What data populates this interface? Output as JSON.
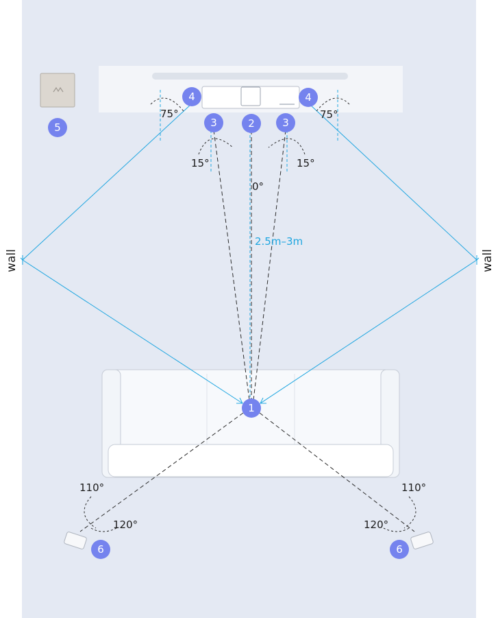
{
  "colors": {
    "room": "#e4e9f3",
    "badge": "#7583ee",
    "sight_line": "#1fa6e0",
    "dash_line": "#2b2b2b"
  },
  "walls": {
    "left": "wall",
    "right": "wall"
  },
  "badges": {
    "listener": "1",
    "center": "2",
    "front_left": "3",
    "front_right": "3",
    "upfire_left": "4",
    "upfire_right": "4",
    "subwoofer": "5",
    "rear_left": "6",
    "rear_right": "6"
  },
  "angles": {
    "upfire_left": "75°",
    "upfire_right": "75°",
    "front_left": "15°",
    "front_right": "15°",
    "center": "0°",
    "rear_left_outer": "110°",
    "rear_left_inner": "120°",
    "rear_right_outer": "110°",
    "rear_right_inner": "120°"
  },
  "distance": "2.5m–3m",
  "icons": {
    "tv": "tv-icon",
    "soundbar": "soundbar-icon",
    "subwoofer": "subwoofer-icon",
    "sofa": "sofa-icon",
    "rear_speaker": "rear-speaker-icon"
  }
}
